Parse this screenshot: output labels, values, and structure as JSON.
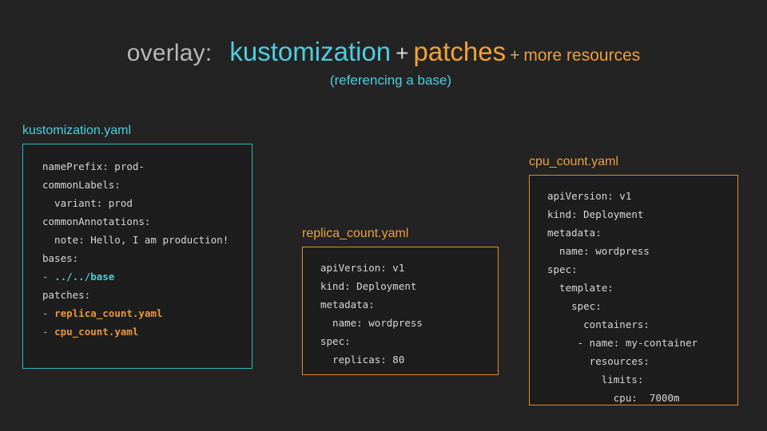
{
  "title": {
    "overlay_label": "overlay:",
    "kustomization": "kustomization",
    "plus_1": "+",
    "patches": "patches",
    "plus_2": "+",
    "more_resources": "more resources",
    "subtitle": "(referencing a base)"
  },
  "colors": {
    "background": "#232323",
    "panel_background": "#1d1d1d",
    "cyan": "#4ecde0",
    "cyan_border": "#2cb8c4",
    "amber": "#eda03a",
    "amber_border": "#e08d2e",
    "text_gray": "#b8b8b8",
    "code_text": "#d6d6d6"
  },
  "panels": [
    {
      "id": "kustomization",
      "label": "kustomization.yaml",
      "accent": "cyan",
      "lines": [
        [
          {
            "t": "namePrefix: prod-",
            "c": "plain"
          }
        ],
        [
          {
            "t": "commonLabels:",
            "c": "plain"
          }
        ],
        [
          {
            "t": "  variant: prod",
            "c": "plain"
          }
        ],
        [
          {
            "t": "commonAnnotations:",
            "c": "plain"
          }
        ],
        [
          {
            "t": "  note: Hello, I am production!",
            "c": "plain"
          }
        ],
        [
          {
            "t": "bases:",
            "c": "plain"
          }
        ],
        [
          {
            "t": "- ",
            "c": "dash"
          },
          {
            "t": "../../base",
            "c": "cyan"
          }
        ],
        [
          {
            "t": "patches:",
            "c": "plain"
          }
        ],
        [
          {
            "t": "- ",
            "c": "dash"
          },
          {
            "t": "replica_count.yaml",
            "c": "amber"
          }
        ],
        [
          {
            "t": "- ",
            "c": "dash"
          },
          {
            "t": "cpu_count.yaml",
            "c": "amber"
          }
        ]
      ]
    },
    {
      "id": "replica",
      "label": "replica_count.yaml",
      "accent": "amber",
      "lines": [
        [
          {
            "t": "apiVersion: v1",
            "c": "plain"
          }
        ],
        [
          {
            "t": "kind: Deployment",
            "c": "plain"
          }
        ],
        [
          {
            "t": "metadata:",
            "c": "plain"
          }
        ],
        [
          {
            "t": "  name: wordpress",
            "c": "plain"
          }
        ],
        [
          {
            "t": "spec:",
            "c": "plain"
          }
        ],
        [
          {
            "t": "  replicas: 80",
            "c": "plain"
          }
        ]
      ]
    },
    {
      "id": "cpu",
      "label": "cpu_count.yaml",
      "accent": "amber",
      "lines": [
        [
          {
            "t": "apiVersion: v1",
            "c": "plain"
          }
        ],
        [
          {
            "t": "kind: Deployment",
            "c": "plain"
          }
        ],
        [
          {
            "t": "metadata:",
            "c": "plain"
          }
        ],
        [
          {
            "t": "  name: wordpress",
            "c": "plain"
          }
        ],
        [
          {
            "t": "spec:",
            "c": "plain"
          }
        ],
        [
          {
            "t": "  template:",
            "c": "plain"
          }
        ],
        [
          {
            "t": "    spec:",
            "c": "plain"
          }
        ],
        [
          {
            "t": "      containers:",
            "c": "plain"
          }
        ],
        [
          {
            "t": "     - name: my-container",
            "c": "plain"
          }
        ],
        [
          {
            "t": "       resources:",
            "c": "plain"
          }
        ],
        [
          {
            "t": "         limits:",
            "c": "plain"
          }
        ],
        [
          {
            "t": "           cpu:  7000m",
            "c": "plain"
          }
        ]
      ]
    }
  ]
}
